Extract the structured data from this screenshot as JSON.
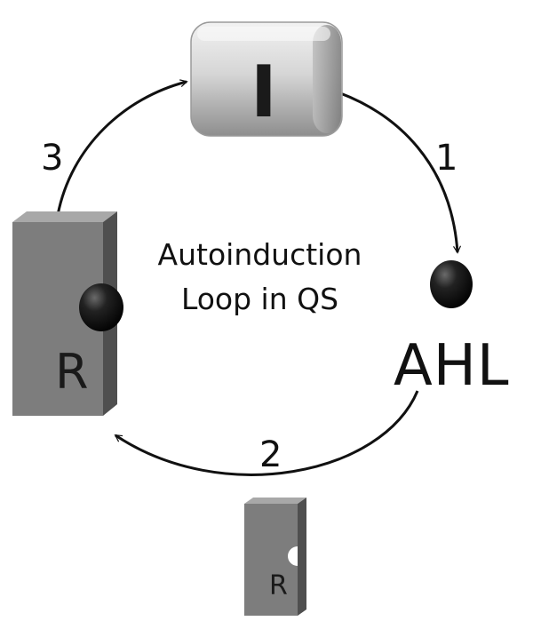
{
  "labels": {
    "gene": "I",
    "signal": "AHL",
    "receptor_bound": "R",
    "receptor_free": "R",
    "center_line1": "Autoinduction",
    "center_line2": "Loop in QS"
  },
  "steps": [
    "1",
    "2",
    "3"
  ],
  "colors": {
    "line": "#111111",
    "gene_fill": "#cfcfcf",
    "receptor_fill": "#7a7a7a",
    "ahl_fill": "#1a1a1a",
    "background": "#ffffff"
  }
}
